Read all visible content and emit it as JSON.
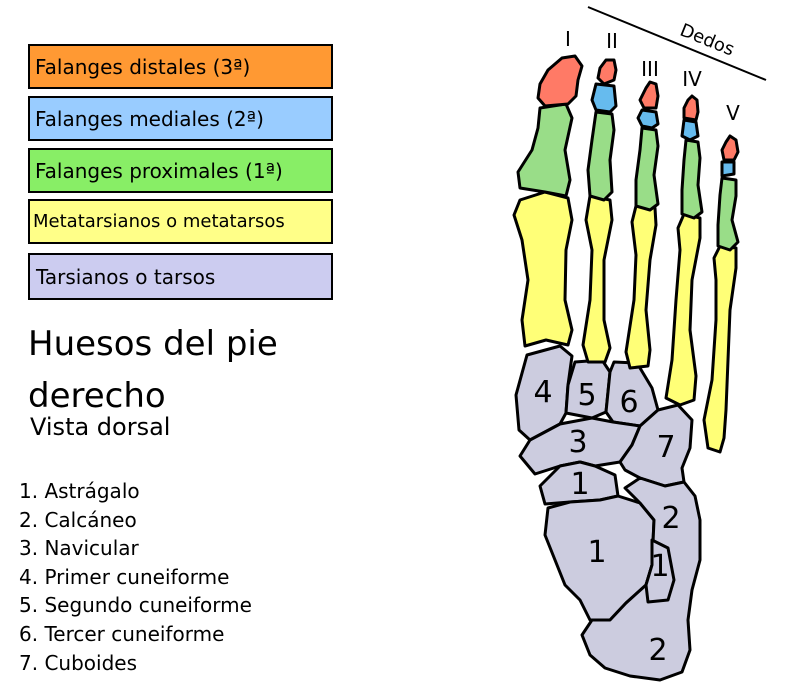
{
  "legend": [
    {
      "label": "Falanges distales (3ª)",
      "color": "#ff9933"
    },
    {
      "label": "Falanges mediales (2ª)",
      "color": "#99ccff"
    },
    {
      "label": "Falanges proximales (1ª)",
      "color": "#88ee66"
    },
    {
      "label": "Metatarsianos o metatarsos",
      "color": "#ffff88"
    },
    {
      "label": "Tarsianos o tarsos",
      "color": "#ccccf0"
    }
  ],
  "title": "Huesos del pie derecho",
  "subtitle": "Vista dorsal",
  "bones_list": [
    "1. Astrágalo",
    "2. Calcáneo",
    "3. Navicular",
    "4. Primer cuneiforme",
    "5. Segundo cuneiforme",
    "6. Tercer cuneiforme",
    "7. Cuboides"
  ],
  "diagram": {
    "toes_label": "Dedos",
    "toe_numerals": [
      "I",
      "II",
      "III",
      "IV",
      "V"
    ],
    "bone_numbers": [
      "1",
      "1",
      "1",
      "2",
      "2",
      "3",
      "4",
      "5",
      "6",
      "7"
    ],
    "colors": {
      "distal": "#ff7a66",
      "medial": "#66bbee",
      "proximal": "#99dd88",
      "metatarsal": "#ffff77",
      "tarsal": "#ccccdf",
      "outline": "#000000"
    }
  }
}
